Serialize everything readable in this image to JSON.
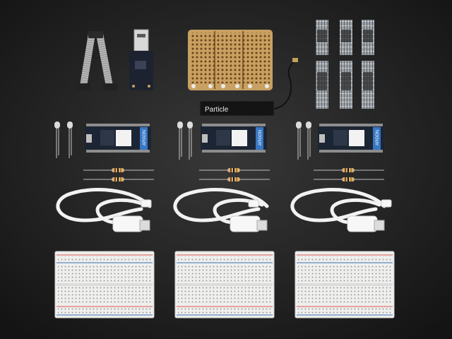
{
  "scene": {
    "antenna_label": "Particle",
    "board_label": "ARGON",
    "colors": {
      "background": "#1f1f1f",
      "board": "#1c2533",
      "proto_board": "#c8a061",
      "breadboard": "#efefed",
      "rail_red": "#d9534f",
      "rail_blue": "#3b6fb5",
      "cable": "#f4f4f4"
    },
    "items": [
      "ribbon-cable",
      "usb-adapter",
      "proto-board",
      "header-pins",
      "wifi-antenna",
      "argon-board",
      "led-pair",
      "resistor",
      "usb-cable",
      "breadboard"
    ]
  }
}
